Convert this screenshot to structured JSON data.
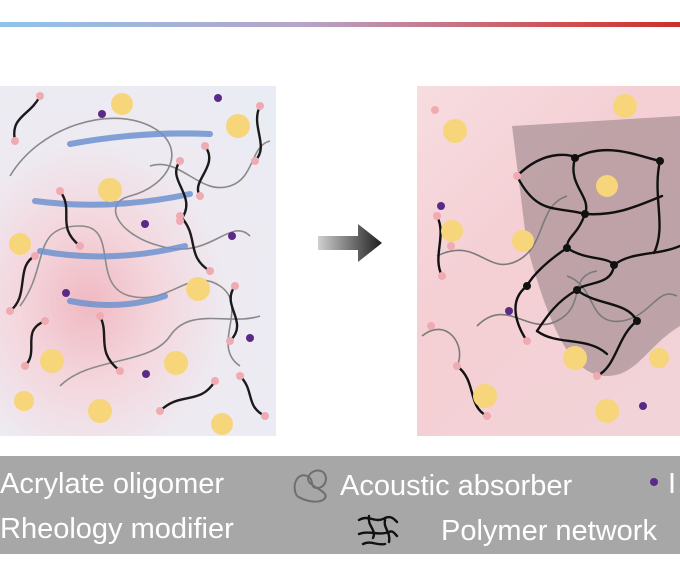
{
  "legend": {
    "acrylate_oligomer": "Acrylate oligomer",
    "acoustic_absorber": "Acoustic absorber",
    "cut_item": "I",
    "rheology_modifier": "Rheology modifier",
    "polymer_network": "Polymer network"
  },
  "colors": {
    "temperature_gradient_start": "#8fc3ea",
    "temperature_gradient_end": "#c8302e",
    "oligomer_end": "#f0aab2",
    "particle_yellow": "#f7d57a",
    "initiator_purple": "#5b2a86",
    "ultrasound_wave": "#6f93cf",
    "legend_background": "#a7a7a7"
  }
}
